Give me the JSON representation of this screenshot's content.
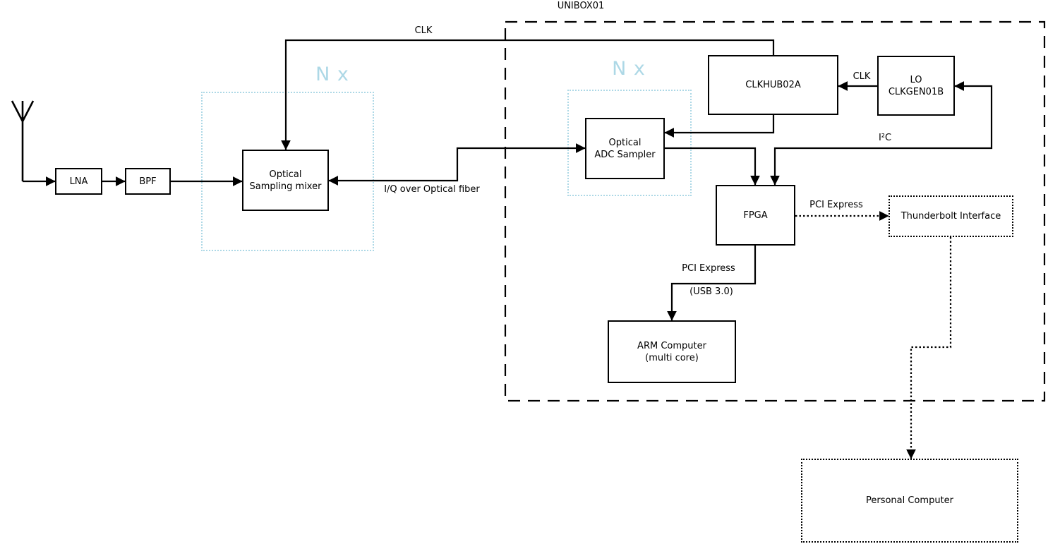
{
  "colors": {
    "accent_blue": "#add8e6",
    "line": "#000000",
    "background": "#ffffff"
  },
  "regions": {
    "unibox": {
      "label": "UNIBOX01"
    },
    "nx_mixer": {
      "label": "N x"
    },
    "nx_adc": {
      "label": "N x"
    }
  },
  "nodes": {
    "lna": {
      "label": "LNA"
    },
    "bpf": {
      "label": "BPF"
    },
    "mixer": {
      "lines": [
        "Optical",
        "Sampling mixer"
      ]
    },
    "adc": {
      "lines": [
        "Optical",
        "ADC Sampler"
      ]
    },
    "clkhub": {
      "label": "CLKHUB02A"
    },
    "lo": {
      "lines": [
        "LO",
        "CLKGEN01B"
      ]
    },
    "fpga": {
      "label": "FPGA"
    },
    "arm": {
      "lines": [
        "ARM Computer",
        "(multi core)"
      ]
    },
    "thunderbolt": {
      "label": "Thunderbolt Interface"
    },
    "pc": {
      "label": "Personal Computer"
    }
  },
  "edge_labels": {
    "clk_main": "CLK",
    "clk_lo": "CLK",
    "iq_fiber": "I/Q over Optical fiber",
    "i2c": "I²C",
    "pci_express_tb": "PCI Express",
    "pci_express_arm": "PCI Express",
    "usb": "(USB 3.0)"
  }
}
